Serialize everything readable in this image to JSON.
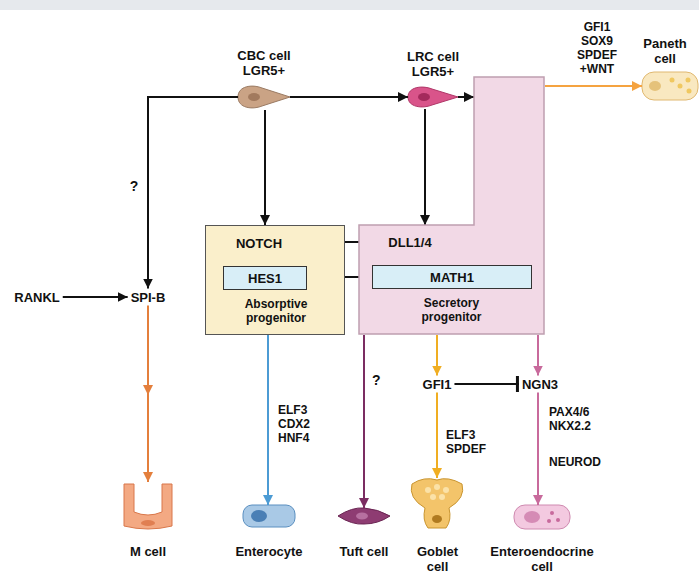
{
  "diagram": {
    "nodes": [
      {
        "text": [
          "CBC cell LGR5+"
        ]
      },
      {
        "text": [
          "LRC cell LGR5+"
        ]
      },
      {
        "text": [
          "Paneth cell"
        ]
      },
      {
        "text": [
          "Absorptive progenitor"
        ]
      },
      {
        "text": [
          "NOTCH"
        ],
        "in": 3
      },
      {
        "text": [
          "HES1"
        ],
        "in": 3
      },
      {
        "text": [
          "Secretory progenitor"
        ]
      },
      {
        "text": [
          "DLL1/4"
        ],
        "in": 6
      },
      {
        "text": [
          "MATH1"
        ],
        "in": 6
      },
      {
        "text": [
          "RANKL"
        ]
      },
      {
        "text": [
          "SPI-B"
        ]
      },
      {
        "text": [
          "GFI1"
        ]
      },
      {
        "text": [
          "NGN3"
        ]
      },
      {
        "text": [
          "M cell"
        ]
      },
      {
        "text": [
          "Enterocyte"
        ]
      },
      {
        "text": [
          "Tuft cell"
        ]
      },
      {
        "text": [
          "Goblet cell"
        ]
      },
      {
        "text": [
          "Enteroendocrine cell"
        ]
      }
    ],
    "edges": [
      {
        "from": 0,
        "to": 1,
        "arrow": "to"
      },
      {
        "from": 0,
        "to": 3,
        "arrow": "to"
      },
      {
        "from": 1,
        "to": 6,
        "arrow": "to"
      },
      {
        "from": 1,
        "to": 6,
        "arrow": "to"
      },
      {
        "from": 6,
        "to": 2,
        "arrow": "to"
      },
      {
        "from": 0,
        "to": 10,
        "arrow": "to"
      },
      {
        "from": 9,
        "to": 10,
        "arrow": "to"
      },
      {
        "from": 10,
        "to": 13,
        "arrow": "to"
      },
      {
        "from": 7,
        "to": 4,
        "arrow": "to"
      },
      {
        "from": 4,
        "to": 5,
        "arrow": "to"
      },
      {
        "from": 5,
        "to": 8,
        "arrow": "to"
      },
      {
        "from": 3,
        "to": 14,
        "arrow": "to"
      },
      {
        "from": 6,
        "to": 15,
        "arrow": "to"
      },
      {
        "from": 6,
        "to": 11,
        "arrow": "to"
      },
      {
        "from": 11,
        "to": 16,
        "arrow": "to"
      },
      {
        "from": 11,
        "to": 12,
        "arrow": "to"
      },
      {
        "from": 6,
        "to": 12,
        "arrow": "to"
      },
      {
        "from": 12,
        "to": 17,
        "arrow": "to"
      }
    ],
    "labels": [
      "GFI1 SOX9 SPDEF +WNT",
      "?",
      "ELF3 CDX2 HNF4",
      "?",
      "ELF3 SPDEF",
      "PAX4/6 NKX2.2",
      "NEUROD"
    ]
  }
}
